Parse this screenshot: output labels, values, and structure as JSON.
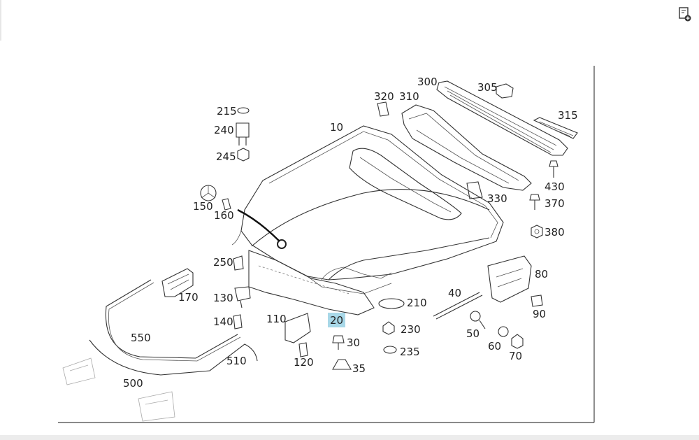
{
  "toolbar": {
    "export_icon": "page-export-icon"
  },
  "colors": {
    "highlight": "#a8d8e8",
    "line": "#333333",
    "frame": "#444444"
  },
  "diagram": {
    "callouts": [
      {
        "id": "10",
        "text": "10"
      },
      {
        "id": "20",
        "text": "20",
        "highlighted": true
      },
      {
        "id": "30",
        "text": "30"
      },
      {
        "id": "35",
        "text": "35"
      },
      {
        "id": "40",
        "text": "40"
      },
      {
        "id": "50",
        "text": "50"
      },
      {
        "id": "60",
        "text": "60"
      },
      {
        "id": "70",
        "text": "70"
      },
      {
        "id": "80",
        "text": "80"
      },
      {
        "id": "90",
        "text": "90"
      },
      {
        "id": "110",
        "text": "110"
      },
      {
        "id": "120",
        "text": "120"
      },
      {
        "id": "130",
        "text": "130"
      },
      {
        "id": "140",
        "text": "140"
      },
      {
        "id": "150",
        "text": "150"
      },
      {
        "id": "160",
        "text": "160"
      },
      {
        "id": "170",
        "text": "170"
      },
      {
        "id": "210",
        "text": "210"
      },
      {
        "id": "215",
        "text": "215"
      },
      {
        "id": "230",
        "text": "230"
      },
      {
        "id": "235",
        "text": "235"
      },
      {
        "id": "240",
        "text": "240"
      },
      {
        "id": "245",
        "text": "245"
      },
      {
        "id": "250",
        "text": "250"
      },
      {
        "id": "300",
        "text": "300"
      },
      {
        "id": "305",
        "text": "305"
      },
      {
        "id": "310",
        "text": "310"
      },
      {
        "id": "315",
        "text": "315"
      },
      {
        "id": "320",
        "text": "320"
      },
      {
        "id": "330",
        "text": "330"
      },
      {
        "id": "370",
        "text": "370"
      },
      {
        "id": "380",
        "text": "380"
      },
      {
        "id": "430",
        "text": "430"
      },
      {
        "id": "500",
        "text": "500"
      },
      {
        "id": "510",
        "text": "510"
      },
      {
        "id": "550",
        "text": "550"
      }
    ]
  }
}
